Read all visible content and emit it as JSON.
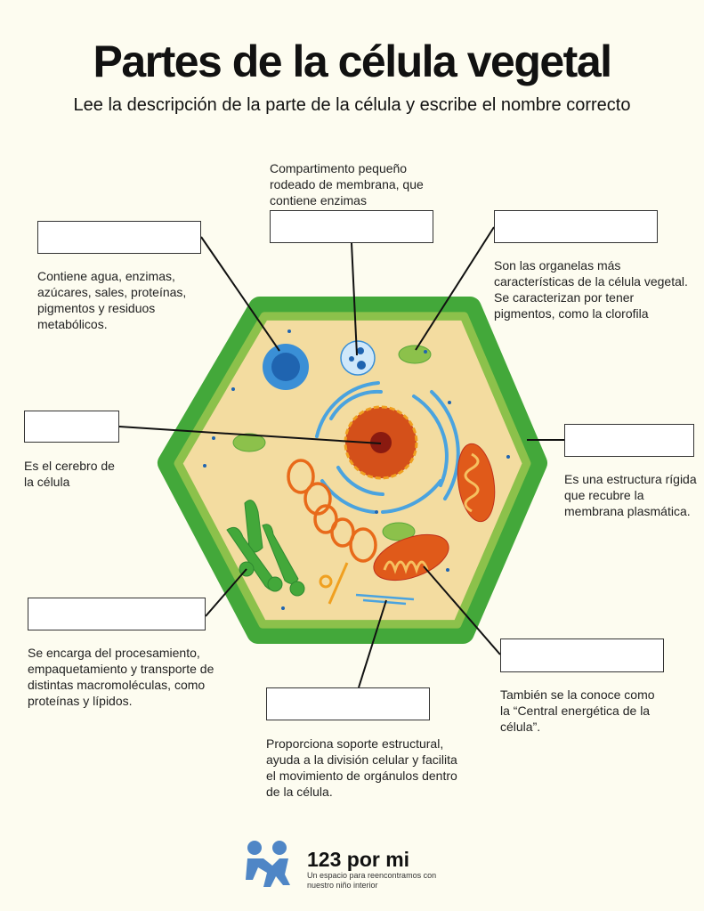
{
  "title": "Partes de la célula vegetal",
  "subtitle": "Lee la descripción de la parte de la célula  y escribe el nombre correcto",
  "items": [
    {
      "id": "vacuola",
      "value": "",
      "description": "Contiene agua, enzimas, azúcares, sales, proteínas, pigmentos y residuos metabólicos."
    },
    {
      "id": "lisosoma",
      "value": "",
      "description": "Compartimento pequeño rodeado de membrana, que contiene enzimas"
    },
    {
      "id": "cloroplasto",
      "value": "",
      "description": "Son las organelas más características de la célula vegetal. Se caracterizan por tener pigmentos, como la clorofila"
    },
    {
      "id": "nucleo",
      "value": "",
      "description": "Es el cerebro de la célula"
    },
    {
      "id": "pared",
      "value": "",
      "description": "Es una estructura rígida que recubre la membrana plasmática."
    },
    {
      "id": "golgi",
      "value": "",
      "description": "Se encarga del procesamiento, empaquetamiento y transporte de distintas macromoléculas, como proteínas y lípidos."
    },
    {
      "id": "mitocondria",
      "value": "",
      "description": "También se la conoce como la “Central energética de la célula”."
    },
    {
      "id": "citoesqueleto",
      "value": "",
      "description": "Proporciona soporte estructural, ayuda a la división celular y facilita el movimiento de orgánulos dentro de la célula."
    }
  ],
  "footer": {
    "brand": "123 por mi",
    "tagline": "Un espacio para reencontramos con nuestro niño interior"
  },
  "colors": {
    "cell_wall": "#43a83a",
    "membrane": "#8cc14b",
    "cytoplasm": "#f3dca0",
    "nucleus": "#d4501a",
    "er": "#4aa3df",
    "mitochondria": "#e05a1a"
  }
}
